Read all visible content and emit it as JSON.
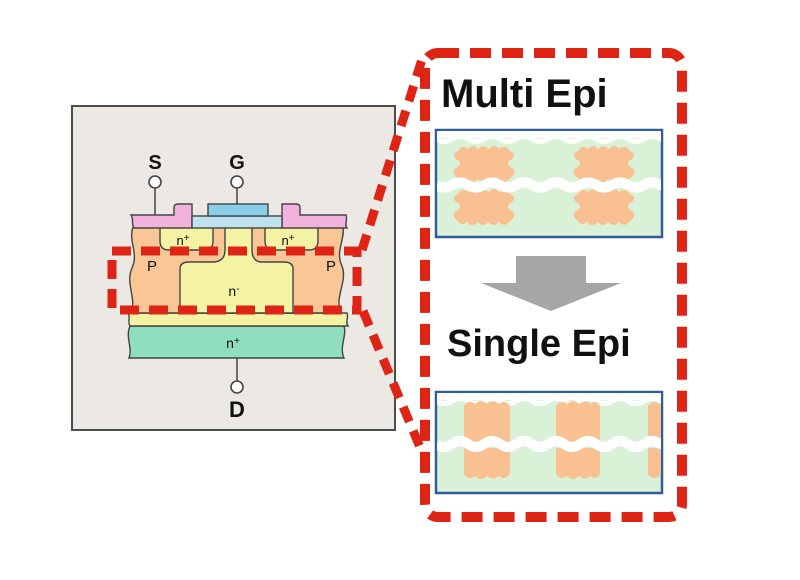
{
  "figure": {
    "type": "semiconductor-device-cross-section-with-zoom-callout",
    "device_panel": {
      "terminals": {
        "source": "S",
        "gate": "G",
        "drain": "D"
      },
      "regions": {
        "p_body_left": "P",
        "p_body_right": "P",
        "n_base": "n",
        "plus_sup": "+",
        "minus_sup": "-"
      }
    },
    "callout_panel": {
      "multi_epi_title": "Multi Epi",
      "single_epi_title": "Single Epi"
    }
  },
  "colors": {
    "highlight_red": "#dd2415",
    "panel_bg": "#ece8e3",
    "panel_border": "#4d4d4d",
    "metal_pink": "#f2b2de",
    "gate_oxide_blue": "#bfe2f1",
    "gate_cap_blue": "#88cfe9",
    "p_body_orange": "#f9c795",
    "n_drift_yellow": "#f3f3a3",
    "substrate_green": "#8fdfbe",
    "epi_box_green": "#d9f2d7",
    "epi_box_border_blue": "#2e5f9b",
    "epi_pillar_orange": "#f9c091",
    "arrow_gray": "#a6a6a6"
  }
}
